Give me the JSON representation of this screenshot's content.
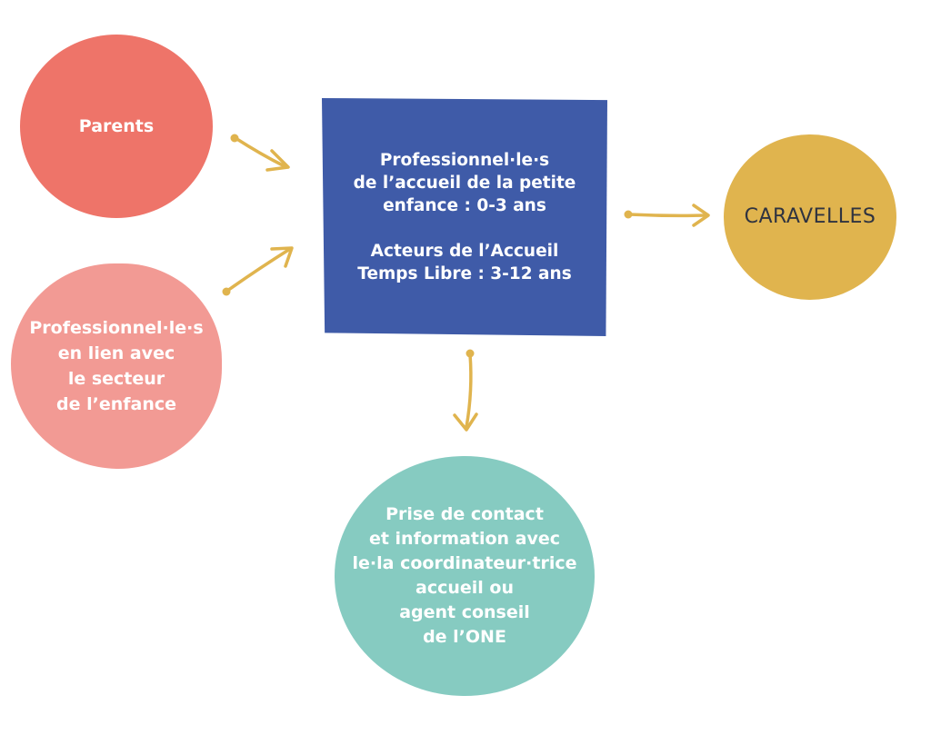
{
  "colors": {
    "parents": "#ee7469",
    "professionals": "#f29a94",
    "center": "#3f5ba8",
    "caravelles": "#e0b44e",
    "contact": "#86cbc1",
    "arrow": "#e0b44e"
  },
  "nodes": {
    "parents": "Parents",
    "professionals": "Professionnel·le·s\nen lien avec\nle secteur\nde l’enfance",
    "center": "Professionnel·le·s\nde l’accueil de la petite\nenfance : 0-3 ans\n\nActeurs de l’Accueil\nTemps Libre : 3-12 ans",
    "caravelles": "CARAVELLES",
    "contact": "Prise de contact\net information avec\nle·la coordinateur·trice\naccueil ou\nagent conseil\nde l’ONE"
  }
}
